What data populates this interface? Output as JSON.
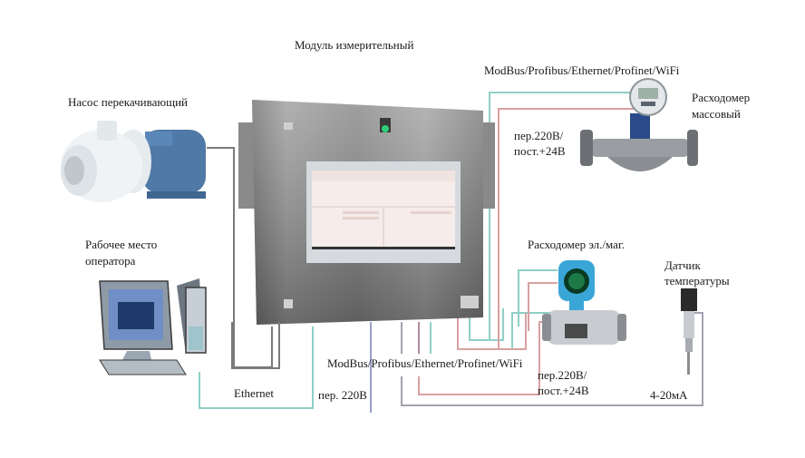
{
  "title": "Модуль измерительный",
  "labels": {
    "pump": "Насос перекачивающий",
    "workstation_line1": "Рабочее место",
    "workstation_line2": "оператора",
    "protocols_top": "ModBus/Profibus/Ethernet/Profinet/WiFi",
    "protocols_bottom": "ModBus/Profibus/Ethernet/Profinet/WiFi",
    "mass_flowmeter_line1": "Расходомер",
    "mass_flowmeter_line2": "массовый",
    "power_top_line1": "пер.220В/",
    "power_top_line2": "пост.+24В",
    "em_flowmeter": "Расходомер эл./маг.",
    "power_em_line1": "пер.220В/",
    "power_em_line2": "пост.+24В",
    "temp_sensor_line1": "Датчик",
    "temp_sensor_line2": "температуры",
    "ethernet": "Ethernet",
    "mains": "пер. 220В",
    "current_loop": "4-20мА"
  },
  "colors": {
    "data_line": "#8fcfc6",
    "power_line": "#d9a0a0",
    "mains_line": "#9aa0cc",
    "signal_line": "#a6a0b0",
    "pump_line": "#7a7a7a",
    "led": "#2fd07a"
  }
}
